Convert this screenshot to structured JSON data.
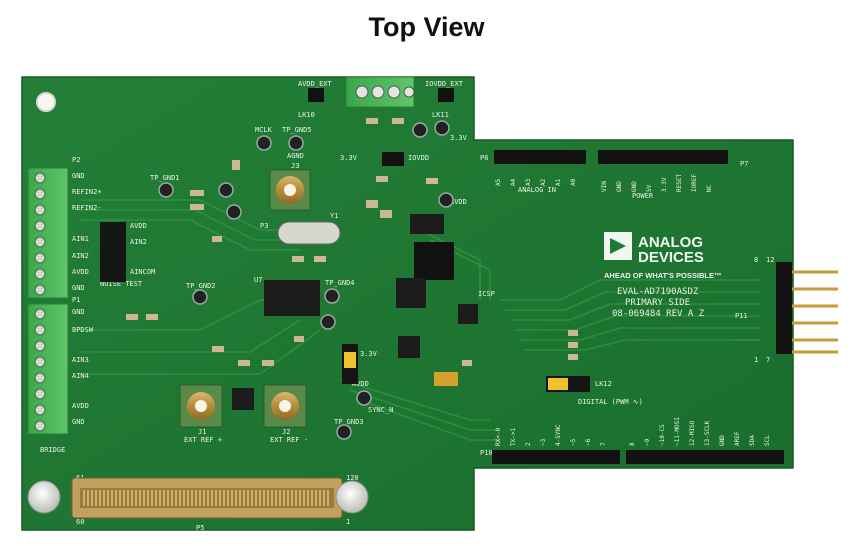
{
  "title": "Top View",
  "board": {
    "brand_line1": "ANALOG",
    "brand_line2": "DEVICES",
    "tagline": "AHEAD OF WHAT'S POSSIBLE™",
    "product": "EVAL-AD7190ASDZ",
    "side": "PRIMARY SIDE",
    "part_no": "08-069484 REV A Z",
    "pcb_color": "#1f7a33",
    "silk_color": "#e9f2e6",
    "labels": {
      "avdd_ext": "AVDD_EXT",
      "iovdd_ext": "IOVDD_EXT",
      "lk10": "LK10",
      "lk11": "LK11",
      "agnd": "AGND",
      "mclk": "MCLK",
      "tp_gnd5": "TP_GND5",
      "tp_gnd1": "TP_GND1",
      "tp_gnd2": "TP_GND2",
      "tp_gnd3": "TP_GND3",
      "tp_gnd4": "TP_GND4",
      "p2": "P2",
      "p1": "P1",
      "p3": "P3",
      "p5": "P5",
      "p6": "P6",
      "p7": "P7",
      "p10": "P10",
      "p11": "P11",
      "gnd": "GND",
      "refin2p": "REFIN2+",
      "refin2n": "REFIN2-",
      "avdd": "AVDD",
      "ain1": "AIN1",
      "ain2": "AIN2",
      "ain3": "AIN3",
      "ain4": "AIN4",
      "aincom": "AINCOM",
      "bpdsw": "BPDSW",
      "noise_test": "NOISE TEST",
      "bridge": "BRIDGE",
      "analog_in": "ANALOG IN",
      "power": "POWER",
      "icsp": "ICSP",
      "digital": "DIGITAL (PWM ∿)",
      "lk12": "LK12",
      "ext_ref_p": "EXT REF +",
      "ext_ref_n": "EXT REF -",
      "sync_n": "SYNC_N",
      "v33": "3.3V",
      "iovdd": "IOVDD",
      "u7": "U7",
      "y1": "Y1",
      "j3": "J3",
      "j1": "J1",
      "j2": "J2",
      "pin_61": "61",
      "pin_120": "120",
      "pin_1": "1",
      "pin_60": "60",
      "pin_7": "7",
      "pin_8": "8",
      "pin_12": "12"
    },
    "analog_pins": [
      "A5",
      "A4",
      "A3",
      "A2",
      "A1",
      "A0"
    ],
    "power_pins": [
      "VIN",
      "GND",
      "GND",
      "5V",
      "3.3V",
      "RESET",
      "IOREF",
      "NC"
    ],
    "digital_pins": [
      "RX<-0",
      "TX->1",
      "2",
      "~3",
      "4-SYNC",
      "~5",
      "~6",
      "7"
    ],
    "digital_pins2": [
      "8",
      "~9",
      "~10-CS",
      "~11-MOSI",
      "12-MISO",
      "13-SCLK",
      "GND",
      "AREF",
      "SDA",
      "SCL"
    ]
  }
}
